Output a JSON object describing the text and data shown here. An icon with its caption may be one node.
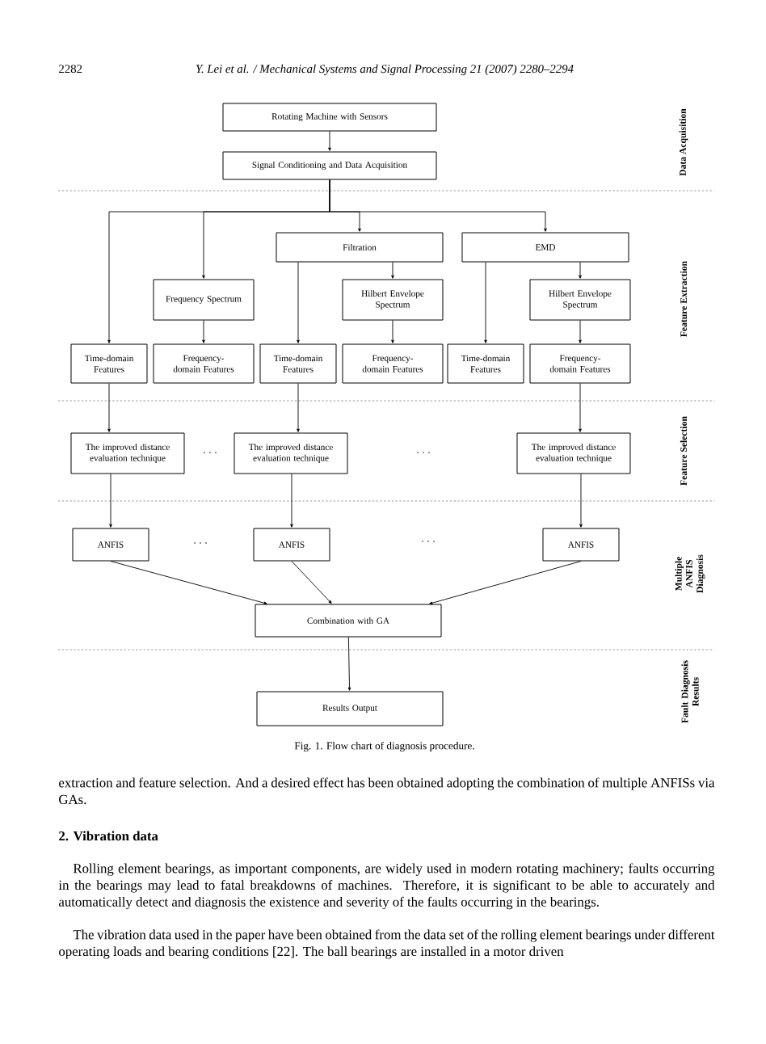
{
  "diagram": {
    "caption": "Fig. 1. Flow chart of diagnosis procedure.",
    "nodes": [
      {
        "text": [
          "Rotating Machine with Sensors"
        ]
      },
      {
        "text": [
          "Signal Conditioning and Data Acquisition"
        ]
      },
      {
        "text": [
          "Filtration"
        ]
      },
      {
        "text": [
          "EMD"
        ]
      },
      {
        "text": [
          "Frequency Spectrum"
        ]
      },
      {
        "text": [
          "Hilbert Envelope Spectrum"
        ]
      },
      {
        "text": [
          "Hilbert Envelope Spectrum"
        ]
      },
      {
        "text": [
          "Time-domain Features"
        ]
      },
      {
        "text": [
          "Frequency-domain Features"
        ]
      },
      {
        "text": [
          "Time-domain Features"
        ]
      },
      {
        "text": [
          "Frequency-domain Features"
        ]
      },
      {
        "text": [
          "Time-domain Features"
        ]
      },
      {
        "text": [
          "Frequency-domain Features"
        ]
      },
      {
        "text": [
          "The improved distance evaluation technique"
        ]
      },
      {
        "text": [
          "The improved distance evaluation technique"
        ]
      },
      {
        "text": [
          "The improved distance evaluation technique"
        ]
      },
      {
        "text": [
          "ANFIS"
        ]
      },
      {
        "text": [
          "ANFIS"
        ]
      },
      {
        "text": [
          "ANFIS"
        ]
      },
      {
        "text": [
          "Combination with GA"
        ]
      },
      {
        "text": [
          "Results Output"
        ]
      }
    ],
    "edges": [
      {
        "from": 0,
        "to": 1,
        "arrow": "to"
      },
      {
        "from": 1,
        "to": 7,
        "arrow": "to"
      },
      {
        "from": 1,
        "to": 4,
        "arrow": "to"
      },
      {
        "from": 1,
        "to": 2,
        "arrow": "to"
      },
      {
        "from": 1,
        "to": 3,
        "arrow": "to"
      },
      {
        "from": 4,
        "to": 8,
        "arrow": "to"
      },
      {
        "from": 2,
        "to": 9,
        "arrow": "to"
      },
      {
        "from": 2,
        "to": 5,
        "arrow": "to"
      },
      {
        "from": 5,
        "to": 10,
        "arrow": "to"
      },
      {
        "from": 3,
        "to": 11,
        "arrow": "to"
      },
      {
        "from": 3,
        "to": 6,
        "arrow": "to"
      },
      {
        "from": 6,
        "to": 12,
        "arrow": "to"
      },
      {
        "from": 7,
        "to": 13,
        "arrow": "to"
      },
      {
        "from": 9,
        "to": 14,
        "arrow": "to"
      },
      {
        "from": 12,
        "to": 15,
        "arrow": "to"
      },
      {
        "from": 13,
        "to": 16,
        "arrow": "to"
      },
      {
        "from": 14,
        "to": 17,
        "arrow": "to"
      },
      {
        "from": 15,
        "to": 18,
        "arrow": "to"
      },
      {
        "from": 16,
        "to": 19,
        "arrow": "to"
      },
      {
        "from": 17,
        "to": 19,
        "arrow": "to"
      },
      {
        "from": 18,
        "to": 19,
        "arrow": "to"
      },
      {
        "from": 19,
        "to": 20,
        "arrow": "to"
      }
    ],
    "labels": [
      "2282",
      "Y. Lei et al. / Mechanical Systems and Signal Processing 21 (2007) 2280–2294",
      "Data Acquisition",
      "Feature Extraction",
      "Feature Selection",
      "Multiple ANFIS Diagnosis",
      "Fault Diagnosis Results",
      ". . .",
      ". . .",
      ". . .",
      ". . .",
      "extraction and feature selection. And a desired effect has been obtained adopting the combination of multiple ANFISs via GAs.",
      "2. Vibration data",
      "Rolling element bearings, as important components, are widely used in modern rotating machinery; faults occurring in the bearings may lead to fatal breakdowns of machines. Therefore, it is significant to be able to accurately and automatically detect and diagnosis the existence and severity of the faults occurring in the bearings.",
      "The vibration data used in the paper have been obtained from the data set of the rolling element bearings under different operating loads and bearing conditions [22]. The ball bearings are installed in a motor driven"
    ]
  }
}
